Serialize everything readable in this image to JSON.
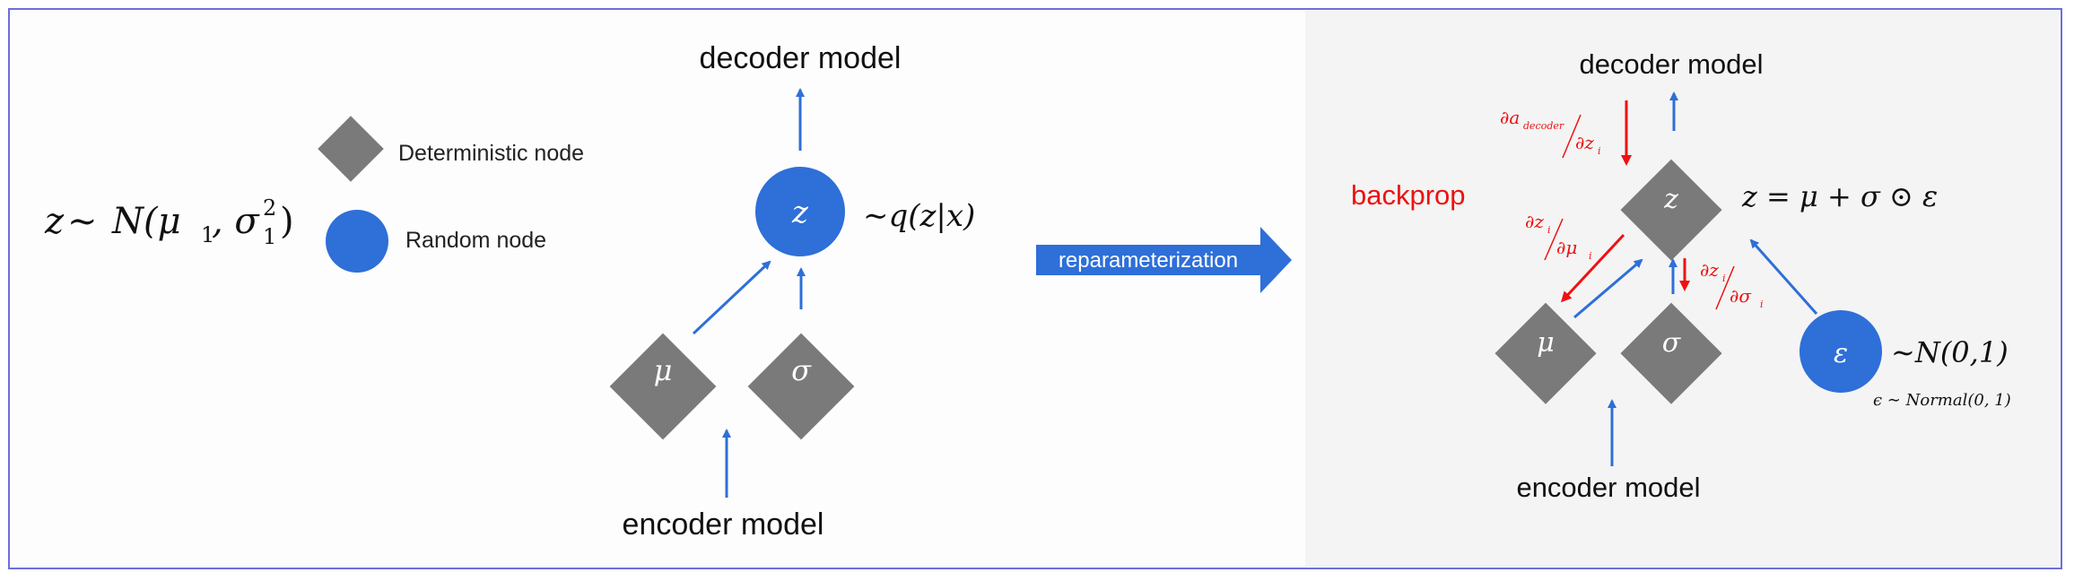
{
  "colors": {
    "node_gray": "#7a7a7a",
    "node_blue": "#2e6fd8",
    "arrow_blue": "#2e6fd8",
    "arrow_red": "#ee1111",
    "banner_blue": "#2e6fd8",
    "frame_border": "#6b6fd9"
  },
  "legend": {
    "deterministic_label": "Deterministic node",
    "random_label": "Random node",
    "deterministic_shape": "gray-diamond",
    "random_shape": "blue-circle"
  },
  "left_formula": {
    "z": "z",
    "tilde": "∼",
    "N": "N",
    "args": "(μ",
    "sub1": "1",
    "sigma": ", σ",
    "subsup_sub": "1",
    "subsup_sup": "2",
    "close": ")"
  },
  "left_diagram": {
    "top_label": "decoder model",
    "bottom_label": "encoder model",
    "z_node": "z",
    "z_annotation": "∼q(z|x)",
    "mu_node": "μ",
    "sigma_node": "σ"
  },
  "reparam_label": "reparameterization",
  "right_diagram": {
    "top_label": "decoder model",
    "bottom_label": "encoder model",
    "backprop_label": "backprop",
    "z_node": "z",
    "z_equation": "z = μ + σ ⊙ ε",
    "mu_node": "μ",
    "sigma_node": "σ",
    "eps_node": "ε",
    "eps_annotation": "∼N(0,1)",
    "eps_note": "ϵ ∼ Normal(0, 1)",
    "grad_decoder_num": "∂a",
    "grad_decoder_num_sub": "decoder",
    "grad_decoder_den": "∂z",
    "grad_decoder_den_sub": "i",
    "grad_mu_num": "∂z",
    "grad_mu_num_sub": "i",
    "grad_mu_den": "∂μ",
    "grad_mu_den_sub": "i",
    "grad_sigma_num": "∂z",
    "grad_sigma_num_sub": "i",
    "grad_sigma_den": "∂σ",
    "grad_sigma_den_sub": "i"
  }
}
